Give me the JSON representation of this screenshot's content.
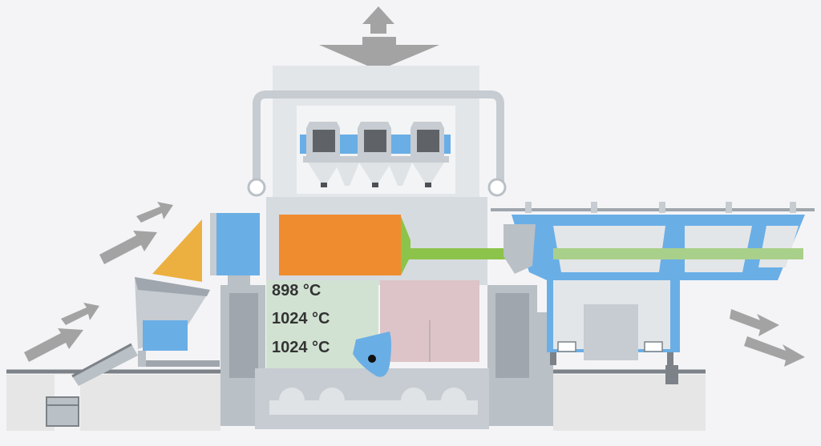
{
  "temperatures": [
    "898 °C",
    "1024 °C",
    "1024 °C"
  ],
  "colors": {
    "background": "#f4f4f6",
    "light_grey": "#e3e6e9",
    "medium_grey": "#b9c0c6",
    "dark_grey": "#9fa6ad",
    "arrow_grey": "#a3a3a3",
    "blue": "#6aaee6",
    "orange": "#f08c30",
    "yellow": "#ecb040",
    "green": "#8cc34a",
    "pink": "#dcc4c8",
    "gravel": "#e6e6e6"
  },
  "icons": [
    "exhaust-up-arrow",
    "airflow-arrow",
    "cooling-fan",
    "motor",
    "filter-unit"
  ]
}
